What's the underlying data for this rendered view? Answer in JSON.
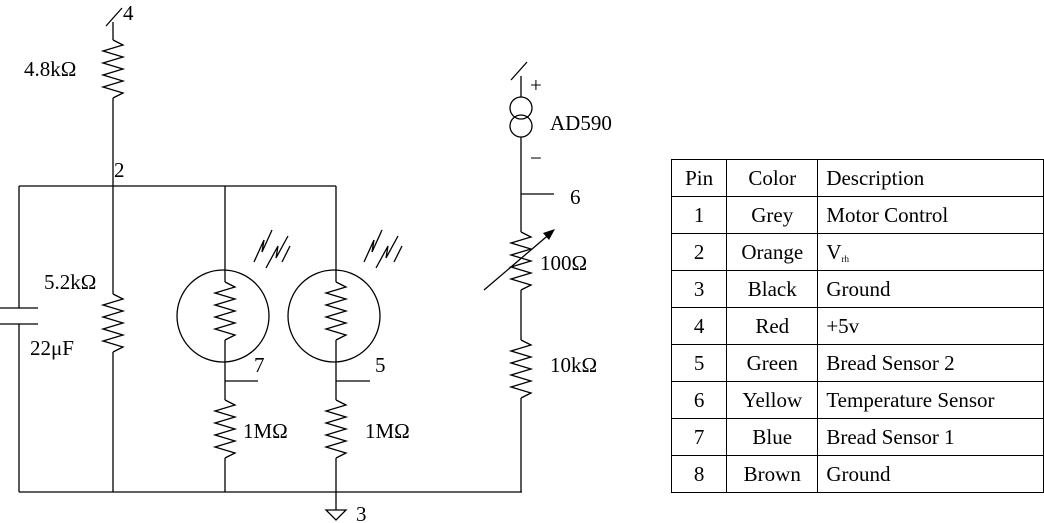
{
  "schematic": {
    "labels": {
      "vcc_node": "4",
      "r_top": "4.8kΩ",
      "node_top": "2",
      "r_left": "5.2kΩ",
      "cap": "22μF",
      "node_ldr1": "7",
      "node_ldr2": "5",
      "r_ldr1": "1MΩ",
      "r_ldr2": "1MΩ",
      "ground_node": "3",
      "sensor_plus": "+",
      "sensor_name": "AD590",
      "sensor_minus": "−",
      "node_sensor": "6",
      "r_pot": "100Ω",
      "r_bottom": "10kΩ"
    }
  },
  "pin_table": {
    "headers": [
      "Pin",
      "Color",
      "Description"
    ],
    "rows": [
      {
        "pin": "1",
        "color": "Grey",
        "description": "Motor Control",
        "sub": ""
      },
      {
        "pin": "2",
        "color": "Orange",
        "description": "V",
        "sub": "rh"
      },
      {
        "pin": "3",
        "color": "Black",
        "description": "Ground",
        "sub": ""
      },
      {
        "pin": "4",
        "color": "Red",
        "description": "+5v",
        "sub": ""
      },
      {
        "pin": "5",
        "color": "Green",
        "description": "Bread Sensor 2",
        "sub": ""
      },
      {
        "pin": "6",
        "color": "Yellow",
        "description": "Temperature Sensor",
        "sub": ""
      },
      {
        "pin": "7",
        "color": "Blue",
        "description": "Bread Sensor 1",
        "sub": ""
      },
      {
        "pin": "8",
        "color": "Brown",
        "description": "Ground",
        "sub": ""
      }
    ]
  }
}
